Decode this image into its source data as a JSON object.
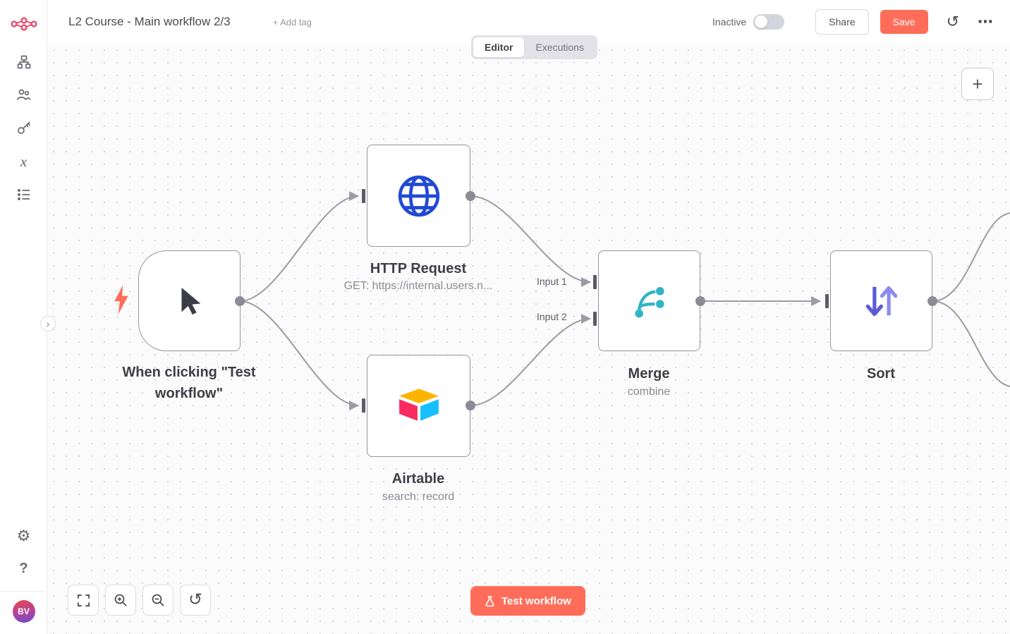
{
  "header": {
    "title": "L2 Course - Main workflow 2/3",
    "add_tag_label": "+ Add tag",
    "status_label": "Inactive",
    "status_active": false,
    "share_label": "Share",
    "save_label": "Save"
  },
  "tabs": {
    "editor": "Editor",
    "executions": "Executions"
  },
  "sidebar": {
    "avatar_initials": "BV"
  },
  "icons": {
    "history": "↺",
    "menu": "⋯",
    "collapse": "›",
    "settings": "⚙",
    "help": "?",
    "plus": "+",
    "undo": "↺",
    "variables": "x"
  },
  "canvas": {
    "test_workflow_label": "Test workflow",
    "nodes": [
      {
        "id": "trigger",
        "name": "When clicking \"Test workflow\"",
        "subtitle": ""
      },
      {
        "id": "http",
        "name": "HTTP Request",
        "subtitle": "GET: https://internal.users.n..."
      },
      {
        "id": "airtable",
        "name": "Airtable",
        "subtitle": "search: record"
      },
      {
        "id": "merge",
        "name": "Merge",
        "subtitle": "combine",
        "input_labels": [
          "Input 1",
          "Input 2"
        ]
      },
      {
        "id": "sort",
        "name": "Sort",
        "subtitle": ""
      }
    ]
  },
  "colors": {
    "accent": "#ff6d5a",
    "brand": "#ea4b71",
    "node_border": "#96969e",
    "connector": "#9b9ba4",
    "http_icon": "#2249d6",
    "merge_icon": "#31b4c6",
    "sort_icon": "#6e6ee8",
    "airtable_yellow": "#fcb400",
    "airtable_blue": "#18bfff",
    "airtable_red": "#f82b60"
  }
}
